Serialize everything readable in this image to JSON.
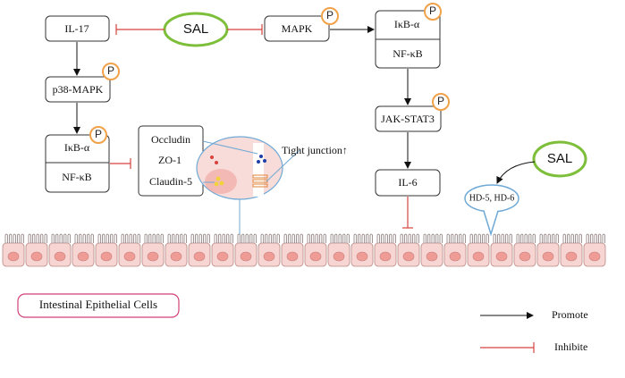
{
  "nodes": {
    "il17": "IL-17",
    "sal_top": "SAL",
    "mapk": "MAPK",
    "p38": "p38-MAPK",
    "ikb_left": "IκB-α",
    "nfkb_left": "NF-κB",
    "ikb_right": "IκB-α",
    "nfkb_right": "NF-κB",
    "jakstat3": "JAK-STAT3",
    "il6": "IL-6",
    "sal_right": "SAL",
    "hd": "HD-5, HD-6"
  },
  "junction": {
    "occludin": "Occludin",
    "zo1": "ZO-1",
    "claudin5": "Claudin-5",
    "tight_label": "Tight junction↑"
  },
  "phospho_label": "P",
  "cells_label": "Intestinal Epithelial Cells",
  "legend": {
    "promote": "Promote",
    "inhibit": "Inhibite"
  },
  "colors": {
    "sal_ring": "#7dbf3a",
    "inhibit": "#d6423d",
    "phospho_ring": "#f0a24a",
    "cell_fill": "#f6d5d2",
    "label_box": "#d23f79",
    "junction_ring": "#6fa9d6"
  }
}
